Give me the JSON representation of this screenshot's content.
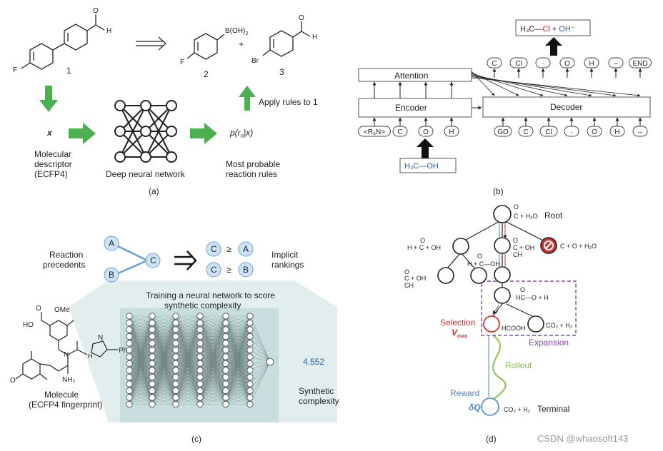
{
  "panel_a": {
    "caption": "(a)",
    "compound_1_label": "1",
    "compound_2_label": "2",
    "compound_3_label": "3",
    "mol1_cho": "O",
    "mol1_h": "H",
    "mol1_f": "F",
    "mol2_f": "F",
    "mol2_boron": "B(OH)",
    "mol2_boron_sub": "2",
    "plus": "+",
    "mol3_o": "O",
    "mol3_h": "H",
    "mol3_br": "Br",
    "apply_rules": "Apply rules to 1",
    "x_label": "x",
    "descriptor_line1": "Molecular",
    "descriptor_line2": "descriptor",
    "descriptor_line3": "(ECFP4)",
    "dnn_label": "Deep neural network",
    "prob_p": "p(r",
    "prob_sub": "n",
    "prob_rest": "|x)",
    "probable_line1": "Most probable",
    "probable_line2": "reaction rules",
    "arrow_color": "#4caf50"
  },
  "panel_b": {
    "caption": "(b)",
    "attention_label": "Attention",
    "encoder_label": "Encoder",
    "decoder_label": "Decoder",
    "encoder_inputs": [
      "<R₃N>",
      "C",
      "O",
      "H"
    ],
    "decoder_inputs": [
      "GO",
      "C",
      "Cl",
      "·",
      "O",
      "H",
      "–"
    ],
    "decoder_outputs": [
      "C",
      "Cl",
      "·",
      "O",
      "H",
      "–",
      "END"
    ],
    "input_molecule": "H₃C—OH",
    "output_h3c": "H₃C—",
    "output_cl": "Cl",
    "output_plus": " + ",
    "output_oh": "OH⁻",
    "red": "#d32f2f",
    "blue": "#2f5aa8"
  },
  "panel_c": {
    "caption": "(c)",
    "node_a": "A",
    "node_b": "B",
    "node_c": "C",
    "reaction_line1": "Reaction",
    "reaction_line2": "precedents",
    "rank1_left": "C",
    "rank1_op": "≥",
    "rank1_right": "A",
    "rank2_left": "C",
    "rank2_op": "≥",
    "rank2_right": "B",
    "implicit_line1": "Implicit",
    "implicit_line2": "rankings",
    "training_line1": "Training a neural network to score",
    "training_line2": "synthetic complexity",
    "score": "4.552",
    "synthetic_line1": "Synthetic",
    "synthetic_line2": "complexity",
    "molecule_line1": "Molecule",
    "molecule_line2": "(ECFP4 fingerprint)",
    "mol_ome": "OMe",
    "mol_ho": "HO",
    "mol_n": "N",
    "mol_nh": "N",
    "mol_h": "H",
    "mol_ph": "Ph",
    "mol_nh2": "NH₂",
    "mol_o": "O",
    "mol_o2": "O",
    "node_fill": "#cfe3f7",
    "node_stroke": "#6a9fd4",
    "panel_bg": "#cfe3e3"
  },
  "panel_d": {
    "caption": "(d)",
    "root_label": "Root",
    "root_formula": "C + H₂O",
    "root_formula_top": "O",
    "n1_formula": "H + C + OH",
    "n1_top": "O",
    "n2_formula": "C + OH",
    "n2_top": "O",
    "n2_sub": "CH",
    "n3_formula": "C + O + H₂O",
    "n4_formula": "C + OH",
    "n4_top": "O",
    "n4_sub": "CH",
    "n5_formula": "H + C—OH",
    "n5_top": "O",
    "n6_formula": "HC—O + H",
    "n6_top": "O",
    "hcooh": "HCOOH",
    "co2_h2": "CO₂ + H₂",
    "selection": "Selection",
    "vmax": "V",
    "vmax_sub": "max",
    "expansion": "Expansion",
    "rollout": "Rollout",
    "reward": "Reward",
    "delta_q": "δQ",
    "terminal_formula": "CO₂ + H₂",
    "terminal_label": "Terminal",
    "red": "#d32f2f",
    "purple": "#8e44ad",
    "green": "#8bc34a",
    "blue": "#4a86c8"
  },
  "watermark": "CSDN @whaosoft143"
}
